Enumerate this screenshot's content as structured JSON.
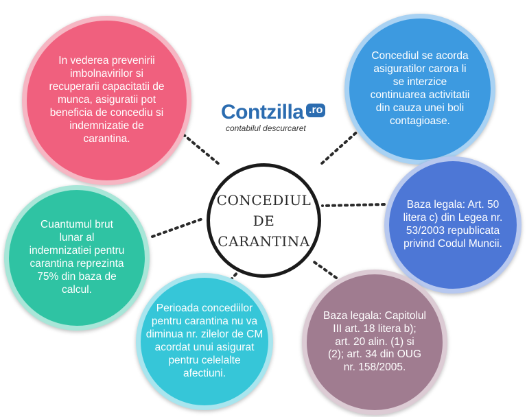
{
  "center": {
    "title": "CONCEDIUL DE\nCARANTINA"
  },
  "logo": {
    "name": "Contzilla",
    "tld": ".ro",
    "tagline": "contabilul descurcaret"
  },
  "nodes": [
    {
      "id": "top-left",
      "color": "#f0607e",
      "border": "#f6b6c3",
      "text": "In vederea prevenirii\nimbolnavirilor si\nrecuperarii capacitatii de\nmunca, asiguratii pot\nbeneficia de concediu si\nindemnizatie de\ncarantina."
    },
    {
      "id": "top-right",
      "color": "#3d9ae0",
      "border": "#a9d2f3",
      "text": "Concediul se acorda\nasiguratilor carora li\nse interzice\ncontinuarea activitatii\ndin cauza unei boli\ncontagioase."
    },
    {
      "id": "middle-right",
      "color": "#4d77d6",
      "border": "#b7c8ef",
      "text": "Baza legala: Art. 50\nlitera c) din Legea nr.\n53/2003 republicata\nprivind Codul Muncii."
    },
    {
      "id": "bottom-right",
      "color": "#a07c90",
      "border": "#dccbd4",
      "text": "Baza legala: Capitolul\nIII art. 18 litera b);\nart. 20 alin. (1) si\n(2); art. 34 din OUG\nnr. 158/2005."
    },
    {
      "id": "bottom-middle",
      "color": "#36c6d8",
      "border": "#a8e5ee",
      "text": "Perioada concediilor\npentru carantina nu va\ndiminua nr. zilelor de CM\nacordat unui asigurat\npentru celelalte\nafectiuni."
    },
    {
      "id": "middle-left",
      "color": "#2fc3a3",
      "border": "#a8e6d8",
      "text": "Cuantumul brut\nlunar al\nindemnizatiei pentru\ncarantina reprezinta\n75% din baza de\ncalcul."
    }
  ]
}
